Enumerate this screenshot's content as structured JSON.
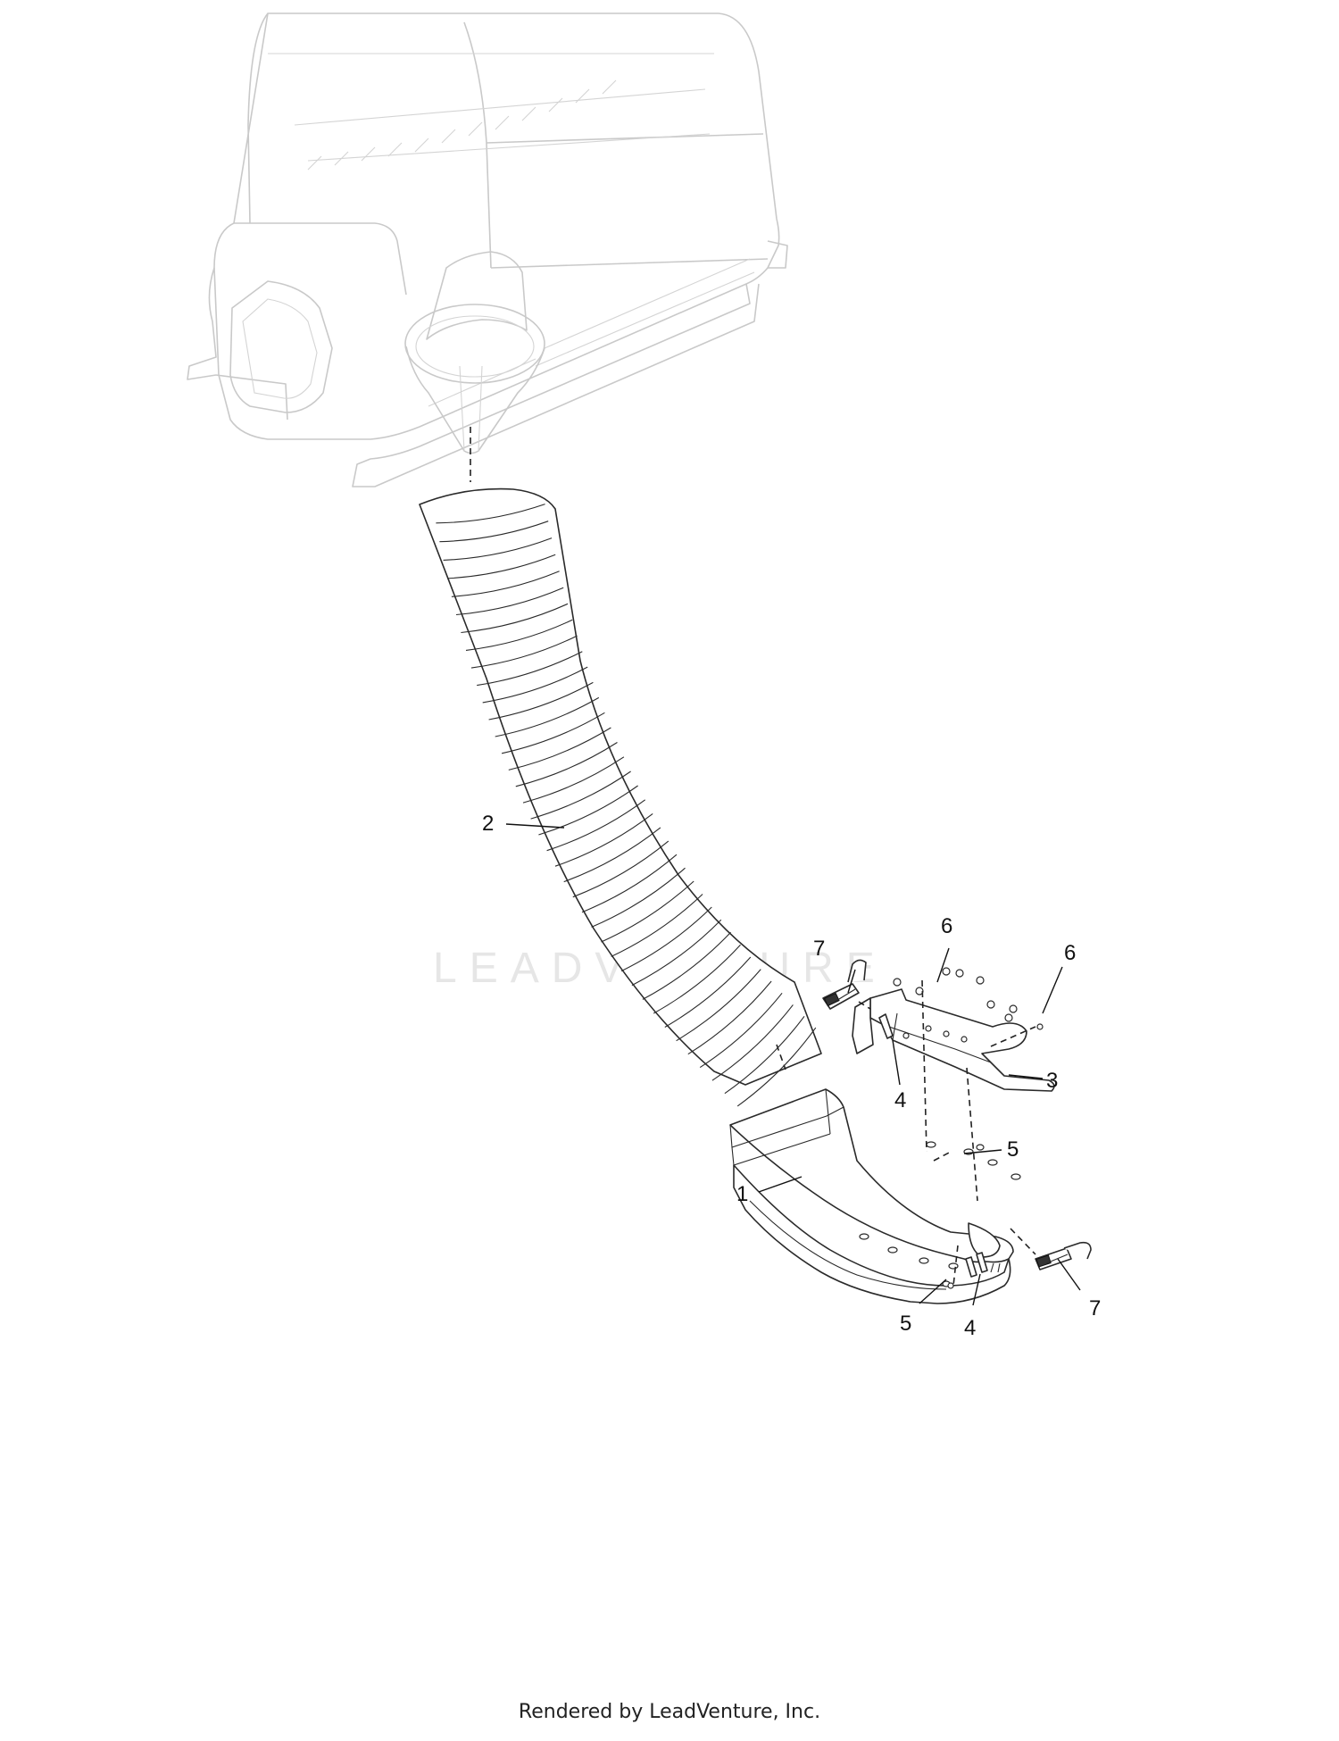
{
  "watermark": "LEADVENTURE",
  "footer": "Rendered by LeadVenture, Inc.",
  "callouts": {
    "c1": "1",
    "c2": "2",
    "c3": "3",
    "c4a": "4",
    "c4b": "4",
    "c5a": "5",
    "c5b": "5",
    "c6a": "6",
    "c6b": "6",
    "c7a": "7",
    "c7b": "7"
  }
}
